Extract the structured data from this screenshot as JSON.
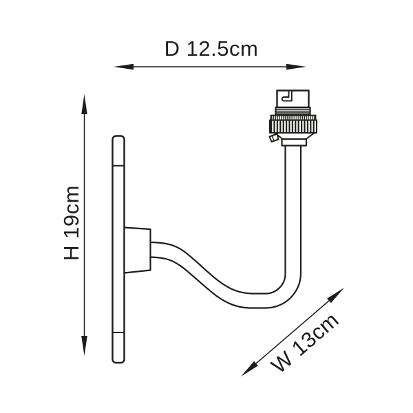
{
  "page": {
    "background": "#ffffff",
    "line_color": "#1d1d1b"
  },
  "drawing": {
    "subject": "wall-light-bracket-side-elevation",
    "parts": [
      "wall-plate",
      "mounting-block",
      "curved-arm",
      "bulb-holder"
    ]
  },
  "dimensions": {
    "depth": {
      "label": "D 12.5cm",
      "orientation": "horizontal"
    },
    "height": {
      "label": "H 19cm",
      "orientation": "vertical"
    },
    "width": {
      "label": "W 13cm",
      "orientation": "diagonal"
    }
  }
}
